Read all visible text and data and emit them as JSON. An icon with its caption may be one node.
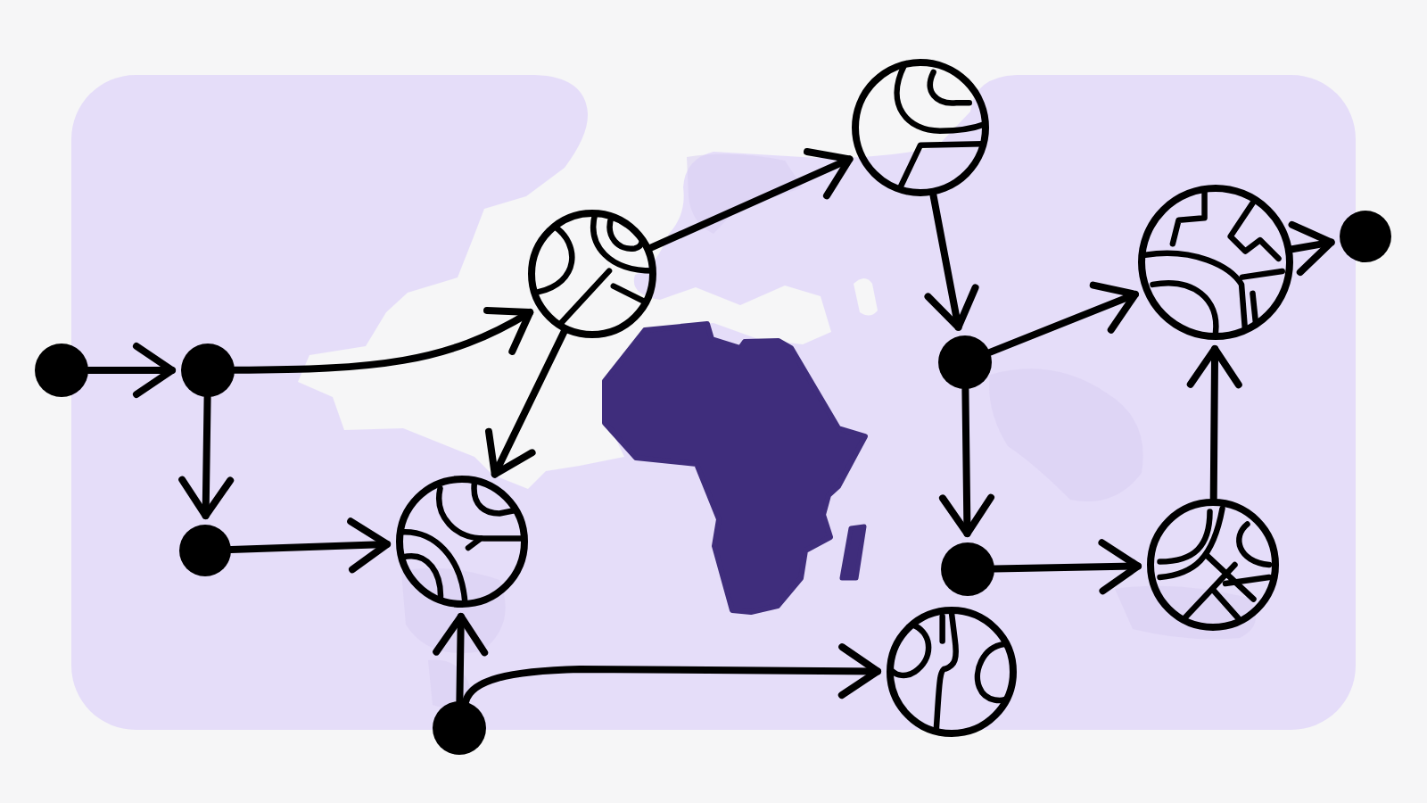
{
  "diagram": {
    "nodes": [
      {
        "text": [],
        "shape": "circle"
      },
      {
        "text": [],
        "shape": "circle"
      },
      {
        "text": [],
        "shape": "circle"
      },
      {
        "text": [],
        "shape": "globe"
      },
      {
        "text": [],
        "shape": "globe"
      },
      {
        "text": [],
        "shape": "circle"
      },
      {
        "text": [],
        "shape": "globe"
      },
      {
        "text": [],
        "shape": "globe"
      },
      {
        "text": [],
        "shape": "circle"
      },
      {
        "text": [],
        "shape": "circle"
      },
      {
        "text": [],
        "shape": "globe"
      },
      {
        "text": [],
        "shape": "globe"
      },
      {
        "text": [],
        "shape": "circle"
      }
    ],
    "edges": [
      {
        "from": 0,
        "to": 1,
        "arrow": "to"
      },
      {
        "from": 1,
        "to": 3,
        "arrow": "to"
      },
      {
        "from": 1,
        "to": 2,
        "arrow": "to"
      },
      {
        "from": 2,
        "to": 4,
        "arrow": "to"
      },
      {
        "from": 3,
        "to": 4,
        "arrow": "to"
      },
      {
        "from": 3,
        "to": 6,
        "arrow": "to"
      },
      {
        "from": 6,
        "to": 8,
        "arrow": "to"
      },
      {
        "from": 8,
        "to": 10,
        "arrow": "to"
      },
      {
        "from": 8,
        "to": 9,
        "arrow": "to"
      },
      {
        "from": 9,
        "to": 11,
        "arrow": "to"
      },
      {
        "from": 11,
        "to": 10,
        "arrow": "to"
      },
      {
        "from": 10,
        "to": 12,
        "arrow": "to"
      },
      {
        "from": 5,
        "to": 4,
        "arrow": "to"
      },
      {
        "from": 5,
        "to": 7,
        "arrow": "to"
      }
    ]
  }
}
